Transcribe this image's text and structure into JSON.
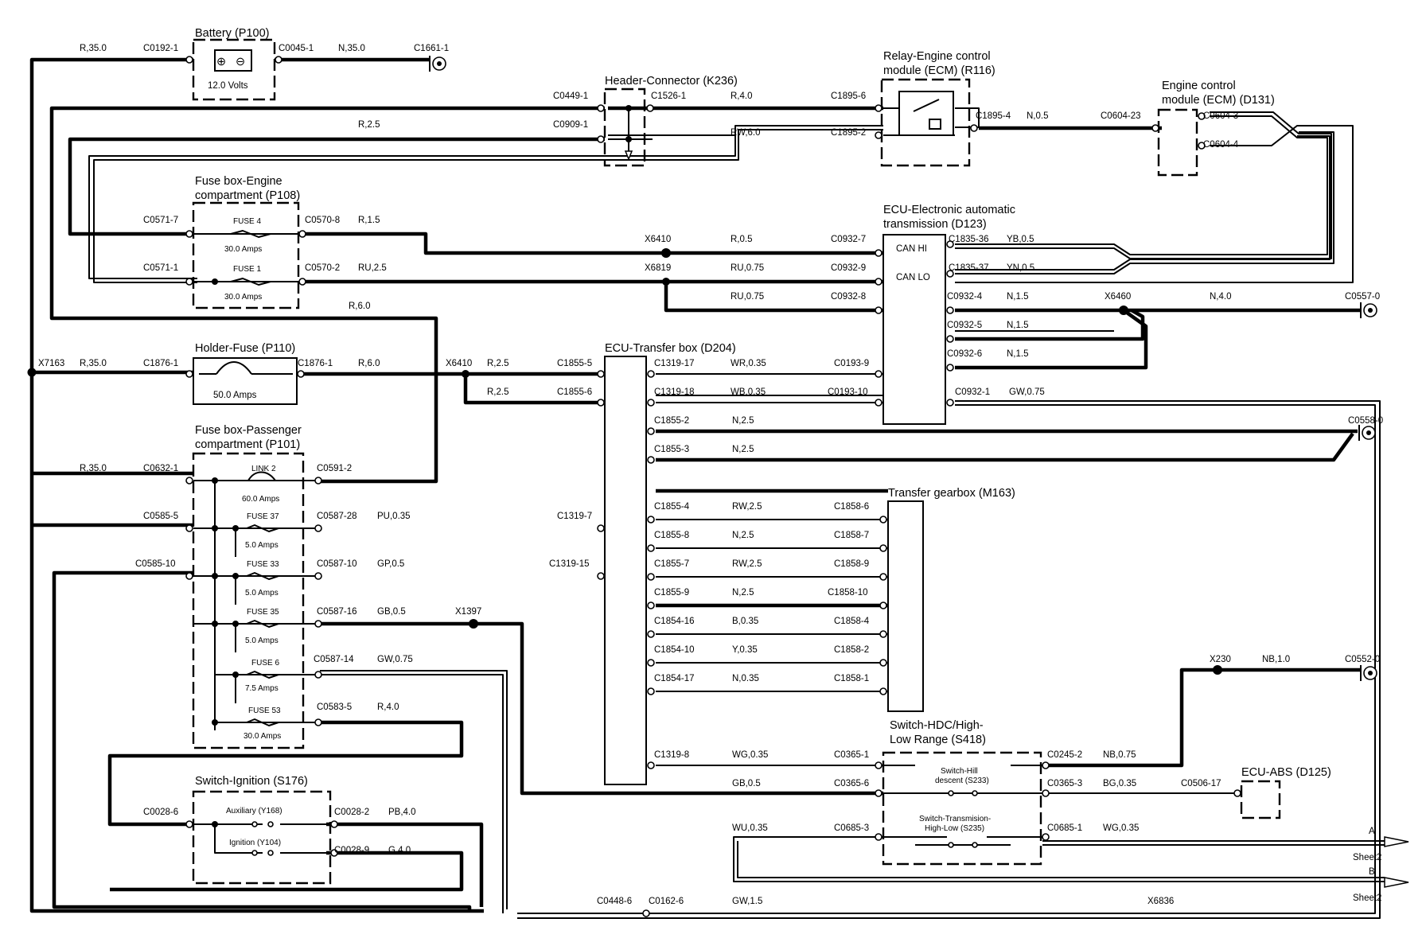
{
  "components": {
    "battery": {
      "title": "Battery (P100)",
      "inner": "12.0 Volts",
      "plus": "⊕",
      "minus": "⊖"
    },
    "header_connector": {
      "title": "Header-Connector (K236)"
    },
    "relay": {
      "title1": "Relay-Engine control",
      "title2": "module (ECM) (R116)"
    },
    "ecm": {
      "title1": "Engine control",
      "title2": "module (ECM) (D131)"
    },
    "fuse_engine": {
      "title1": "Fuse box-Engine",
      "title2": "compartment (P108)",
      "f1_name": "FUSE 4",
      "f1_rating": "30.0 Amps",
      "f2_name": "FUSE 1",
      "f2_rating": "30.0 Amps"
    },
    "ecu_trans": {
      "title1": "ECU-Electronic automatic",
      "title2": "transmission (D123)",
      "can_hi": "CAN HI",
      "can_lo": "CAN LO"
    },
    "holder_fuse": {
      "title": "Holder-Fuse (P110)",
      "rating": "50.0 Amps"
    },
    "ecu_transfer_box": {
      "title": "ECU-Transfer box (D204)"
    },
    "fuse_pass": {
      "title1": "Fuse box-Passenger",
      "title2": "compartment (P101)",
      "link": "LINK 2",
      "link_rating": "60.0 Amps",
      "f37": "FUSE 37",
      "f37_rating": "5.0 Amps",
      "f33": "FUSE 33",
      "f33_rating": "5.0 Amps",
      "f35": "FUSE 35",
      "f35_rating": "5.0 Amps",
      "f6": "FUSE 6",
      "f6_rating": "7.5 Amps",
      "f53": "FUSE 53",
      "f53_rating": "30.0 Amps"
    },
    "transfer_gearbox": {
      "title": "Transfer gearbox (M163)"
    },
    "switch_hdc": {
      "title1": "Switch-HDC/High-",
      "title2": "Low Range (S418)",
      "sw1a": "Switch-Hill",
      "sw1b": "descent (S233)",
      "sw2a": "Switch-Transmision-",
      "sw2b": "High-Low (S235)"
    },
    "ecu_abs": {
      "title": "ECU-ABS (D125)"
    },
    "switch_ignition": {
      "title": "Switch-Ignition (S176)",
      "aux": "Auxiliary (Y168)",
      "ign": "Ignition (Y104)"
    }
  },
  "labels": {
    "c0192_1": "C0192-1",
    "r_35_a": "R,35.0",
    "c0045_1": "C0045-1",
    "n_35": "N,35.0",
    "c1661_1": "C1661-1",
    "c0449_1": "C0449-1",
    "c0909_1": "C0909-1",
    "c1526_1": "C1526-1",
    "r_4": "R,4.0",
    "rw_6": "RW,6.0",
    "r_2_5_top": "R,2.5",
    "c1895_6": "C1895-6",
    "c1895_2": "C1895-2",
    "c1895_4": "C1895-4",
    "n_0_5": "N,0.5",
    "c0604_23": "C0604-23",
    "c0604_3": "C0604-3",
    "c0604_4": "C0604-4",
    "c0571_7": "C0571-7",
    "c0570_8": "C0570-8",
    "r_1_5": "R,1.5",
    "c0571_1": "C0571-1",
    "c0570_2": "C0570-2",
    "ru_2_5": "RU,2.5",
    "x6410_a": "X6410",
    "r_0_5": "R,0.5",
    "c0932_7": "C0932-7",
    "c1835_36": "C1835-36",
    "yb_0_5": "YB,0.5",
    "x6819": "X6819",
    "ru_0_75_a": "RU,0.75",
    "c0932_9": "C0932-9",
    "c1835_37": "C1835-37",
    "yn_0_5": "YN,0.5",
    "ru_0_75_b": "RU,0.75",
    "c0932_8": "C0932-8",
    "c0932_4": "C0932-4",
    "n_1_5_a": "N,1.5",
    "x6460": "X6460",
    "n_4": "N,4.0",
    "c0557_0": "C0557-0",
    "r_6_a": "R,6.0",
    "c0932_5": "C0932-5",
    "n_1_5_b": "N,1.5",
    "c0932_6": "C0932-6",
    "n_1_5_c": "N,1.5",
    "x7163": "X7163",
    "r_35_b": "R,35.0",
    "c1876_1a": "C1876-1",
    "c1876_1b": "C1876-1",
    "r_6_b": "R,6.0",
    "x6410_b": "X6410",
    "r_2_5_b": "R,2.5",
    "c1855_5": "C1855-5",
    "r_2_5_c": "R,2.5",
    "c1855_6": "C1855-6",
    "c1319_17": "C1319-17",
    "wr_0_35": "WR,0.35",
    "c0193_9": "C0193-9",
    "c1319_18": "C1319-18",
    "wb_0_35": "WB,0.35",
    "c0193_10": "C0193-10",
    "c0932_1": "C0932-1",
    "gw_0_75_a": "GW,0.75",
    "c1855_2": "C1855-2",
    "n_2_5_a": "N,2.5",
    "c0558_0": "C0558-0",
    "c1855_3": "C1855-3",
    "n_2_5_b": "N,2.5",
    "r_35_c": "R,35.0",
    "c0632_1": "C0632-1",
    "c0591_2": "C0591-2",
    "c0585_5": "C0585-5",
    "c0587_28": "C0587-28",
    "pu_0_35": "PU,0.35",
    "c1319_7": "C1319-7",
    "c0585_10": "C0585-10",
    "c0587_10": "C0587-10",
    "gp_0_5": "GP,0.5",
    "c1319_15": "C1319-15",
    "c0587_16": "C0587-16",
    "gb_0_5_a": "GB,0.5",
    "x1397": "X1397",
    "c0587_14": "C0587-14",
    "gw_0_75_b": "GW,0.75",
    "c0583_5": "C0583-5",
    "r_4_b": "R,4.0",
    "c1855_4": "C1855-4",
    "rw_2_5_a": "RW,2.5",
    "c1858_6": "C1858-6",
    "c1855_8": "C1855-8",
    "n_2_5_c": "N,2.5",
    "c1858_7": "C1858-7",
    "c1855_7": "C1855-7",
    "rw_2_5_b": "RW,2.5",
    "c1858_9": "C1858-9",
    "c1855_9": "C1855-9",
    "n_2_5_d": "N,2.5",
    "c1858_10": "C1858-10",
    "c1854_16": "C1854-16",
    "b_0_35": "B,0.35",
    "c1858_4": "C1858-4",
    "c1854_10": "C1854-10",
    "y_0_35": "Y,0.35",
    "c1858_2": "C1858-2",
    "c1854_17": "C1854-17",
    "n_0_35": "N,0.35",
    "c1858_1": "C1858-1",
    "x230": "X230",
    "nb_1": "NB,1.0",
    "c0552_0": "C0552-0",
    "c1319_8": "C1319-8",
    "wg_0_35": "WG,0.35",
    "c0365_1": "C0365-1",
    "c0245_2": "C0245-2",
    "nb_0_75": "NB,0.75",
    "gb_0_5_b": "GB,0.5",
    "c0365_6": "C0365-6",
    "c0365_3": "C0365-3",
    "bg_0_35": "BG,0.35",
    "c0506_17": "C0506-17",
    "c0028_6": "C0028-6",
    "c0028_2": "C0028-2",
    "pb_4": "PB,4.0",
    "c0028_9": "C0028-9",
    "g_4": "G,4.0",
    "wu_0_35": "WU,0.35",
    "c0685_3": "C0685-3",
    "c0685_1": "C0685-1",
    "wg_0_35_b": "WG,0.35",
    "arrow_a": "A",
    "sheet_a": "Sheet2",
    "arrow_b": "B",
    "sheet_b": "Sheet2",
    "c0448_6": "C0448-6",
    "c0162_6": "C0162-6",
    "gw_1_5": "GW,1.5",
    "x6836": "X6836"
  }
}
